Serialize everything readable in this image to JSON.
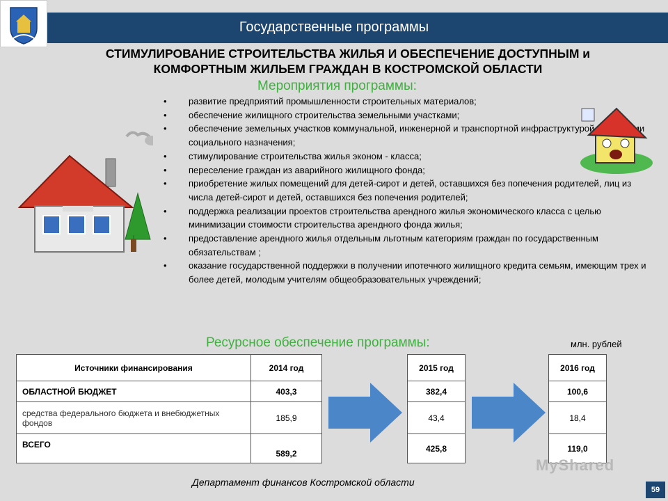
{
  "header": {
    "title": "Государственные программы"
  },
  "heading": {
    "line1": "СТИМУЛИРОВАНИЕ СТРОИТЕЛЬСТВА ЖИЛЬЯ И ОБЕСПЕЧЕНИЕ ДОСТУПНЫМ и",
    "line2": "КОМФОРТНЫМ ЖИЛЬЕМ ГРАЖДАН В КОСТРОМСКОЙ ОБЛАСТИ"
  },
  "measures": {
    "title": "Мероприятия программы:",
    "items": [
      "развитие предприятий промышленности строительных материалов;",
      "обеспечение жилищного строительства земельными участками;",
      " обеспечение земельных участков коммунальной, инженерной и транспортной инфраструктурой, объектами социального назначения;",
      " стимулирование строительства жилья эконом - класса;",
      "переселение граждан из аварийного жилищного фонда;",
      "приобретение жилых помещений для детей-сирот и детей, оставшихся без попечения родителей, лиц из числа детей-сирот и детей, оставшихся без попечения родителей;",
      "поддержка реализации проектов строительства арендного жилья экономического класса с целью минимизации стоимости строительства арендного фонда жилья;",
      "предоставление арендного жилья отдельным льготным категориям граждан по государственным обязательствам ;",
      " оказание государственной поддержки в получении ипотечного жилищного кредита семьям, имеющим трех и более детей, молодым учителям общеобразовательных учреждений;"
    ]
  },
  "resources": {
    "title": "Ресурсное обеспечение программы:",
    "unit": "млн. рублей",
    "sources_header": "Источники финансирования",
    "rows": [
      {
        "label": "ОБЛАСТНОЙ БЮДЖЕТ"
      },
      {
        "label": "средства федерального бюджета и внебюджетных фондов"
      },
      {
        "label": "ВСЕГО"
      }
    ],
    "years": [
      {
        "year": "2014 год",
        "values": [
          "403,3",
          "185,9",
          "589,2"
        ]
      },
      {
        "year": "2015 год",
        "values": [
          "382,4",
          "43,4",
          "425,8"
        ]
      },
      {
        "year": "2016 год",
        "values": [
          "100,6",
          "18,4",
          "119,0"
        ]
      }
    ]
  },
  "footer": {
    "department": "Департамент финансов Костромской области",
    "page": "59"
  },
  "watermark": "MyShared",
  "colors": {
    "header": "#1c4670",
    "green": "#3fb03f",
    "arrow": "#4a86c8"
  }
}
